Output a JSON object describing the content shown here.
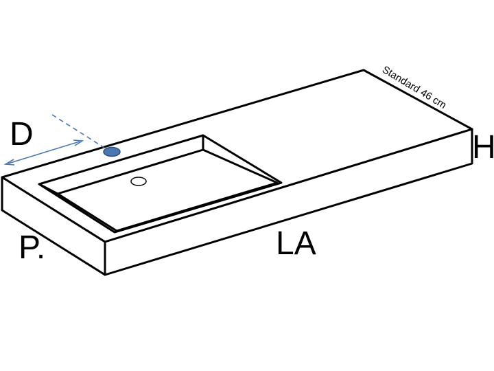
{
  "labels": {
    "depth_d": "D",
    "height": "H",
    "depth_p": "P.",
    "length": "LA",
    "standard_depth": "Standard 46 cm"
  },
  "colors": {
    "outline": "#000000",
    "dimension_arrow": "#4a78b0",
    "tap_hole": "#4a78b0",
    "background": "#ffffff"
  },
  "icons": {
    "tap_hole": "tap-hole-icon",
    "drain": "drain-icon",
    "arrow": "double-arrow-icon"
  }
}
